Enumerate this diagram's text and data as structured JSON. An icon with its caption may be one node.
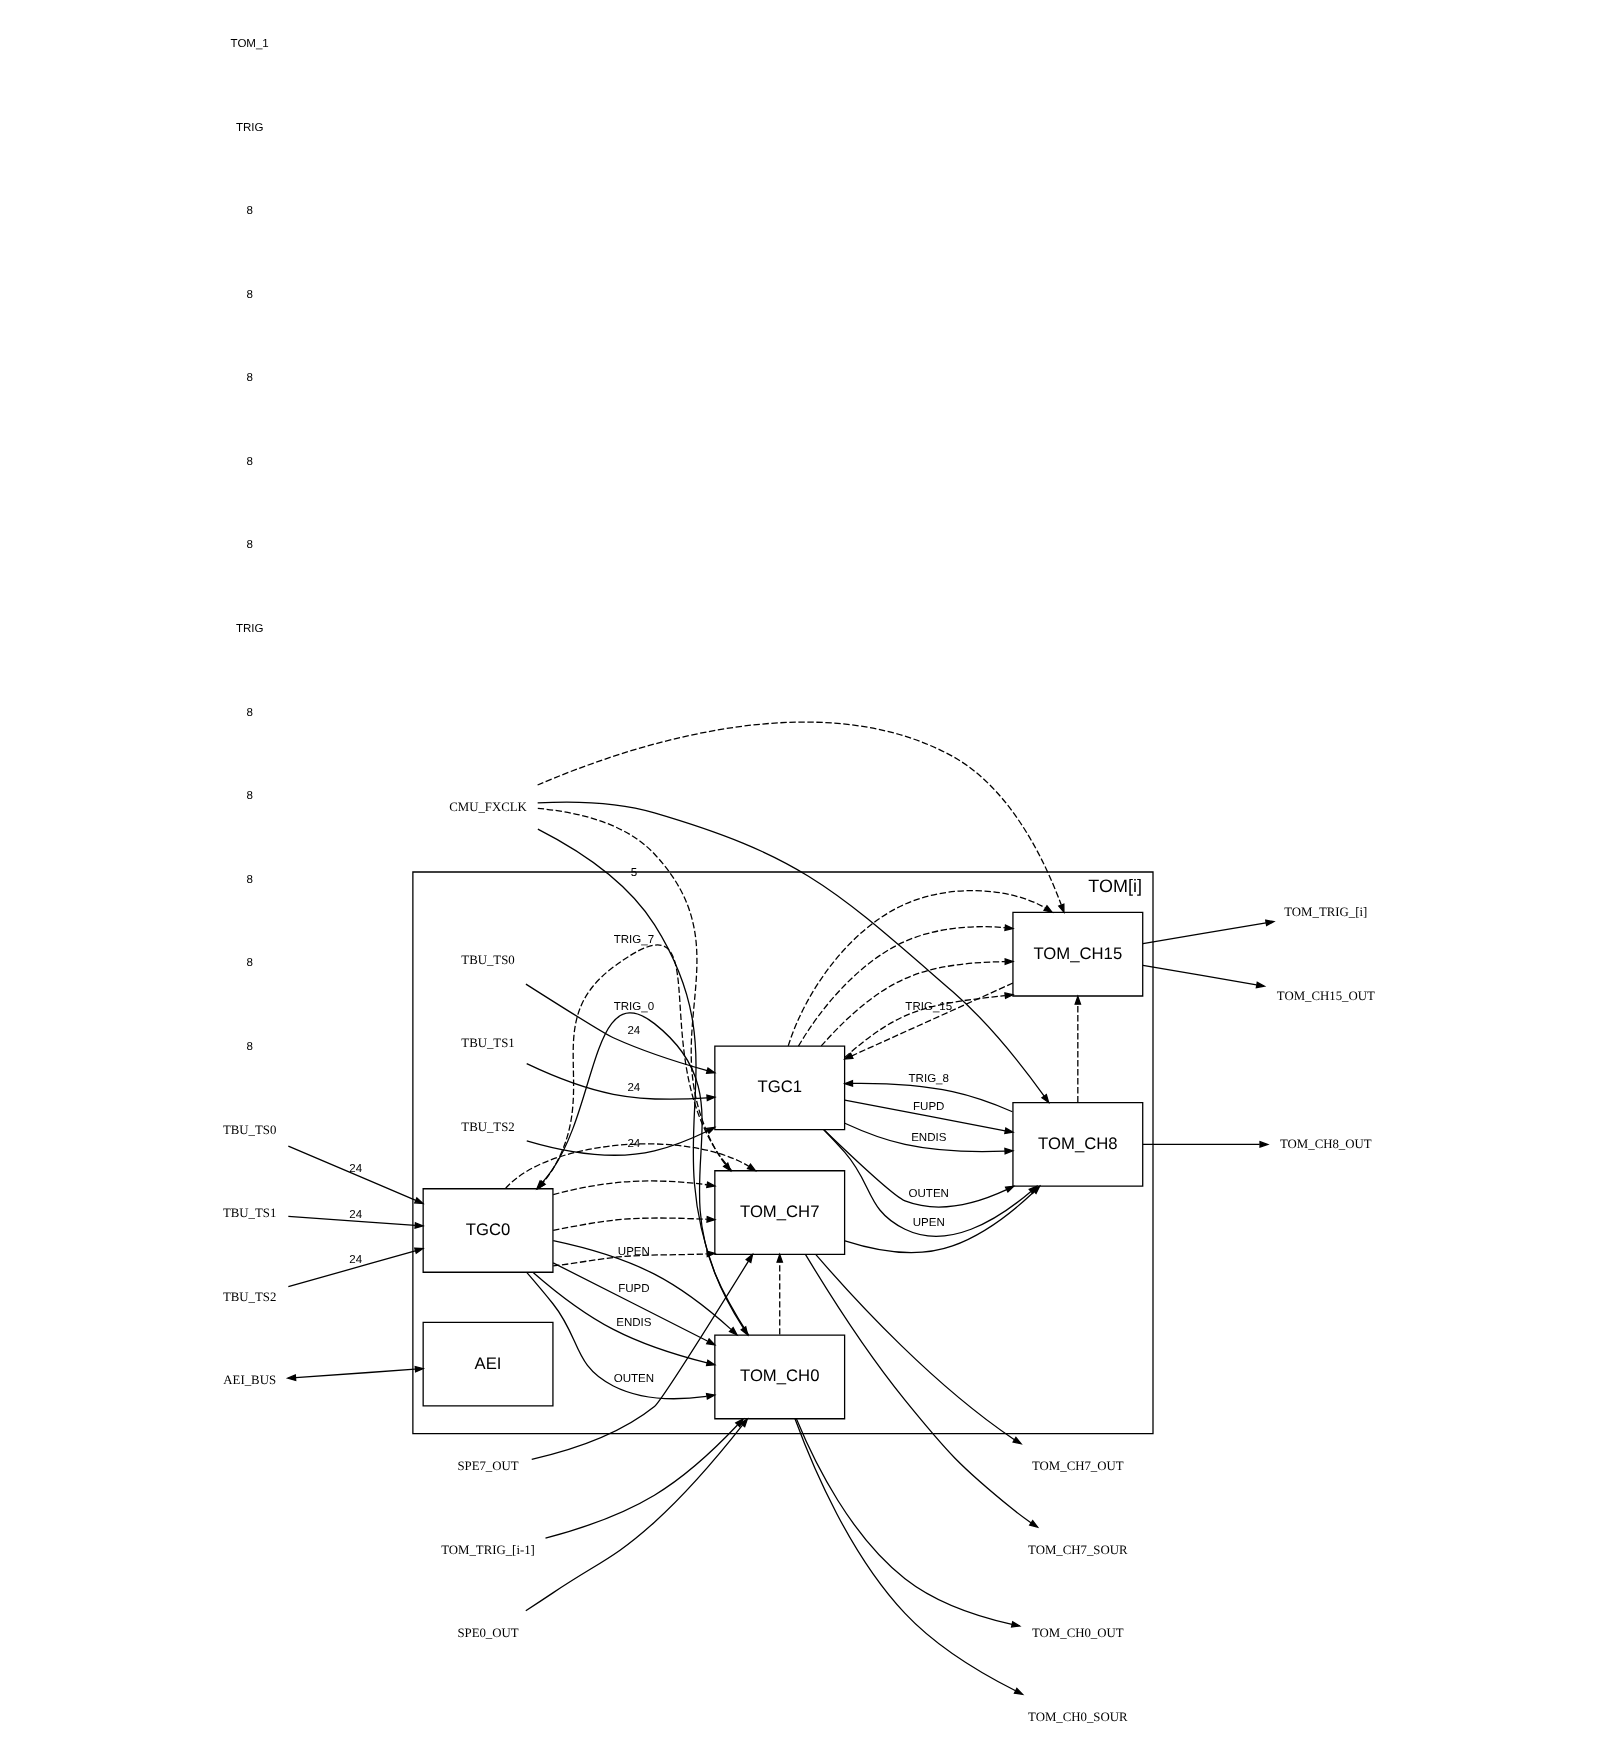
{
  "diagram": {
    "nodes": [
      {
        "text": [
          "TOM[i]"
        ]
      },
      {
        "text": [
          "TBU_TS0"
        ]
      },
      {
        "text": [
          "TBU_TS1"
        ]
      },
      {
        "text": [
          "TBU_TS2"
        ]
      },
      {
        "text": [
          "TOM_TRIG_[i-1]"
        ]
      },
      {
        "text": [
          "CMU_FXCLK"
        ]
      },
      {
        "text": [
          "TGC0"
        ],
        "in": 0
      },
      {
        "text": [
          "TOM_CH0"
        ],
        "in": 0
      },
      {
        "text": [
          "TOM_CH7"
        ],
        "in": 0
      },
      {
        "text": [
          "TBU_TS0"
        ],
        "in": 0
      },
      {
        "text": [
          "TBU_TS1"
        ],
        "in": 0
      },
      {
        "text": [
          "TBU_TS2"
        ],
        "in": 0
      },
      {
        "text": [
          "TGC1"
        ],
        "in": 0
      },
      {
        "text": [
          "TOM_CH8"
        ],
        "in": 0
      },
      {
        "text": [
          "TOM_CH15"
        ],
        "in": 0
      },
      {
        "text": [
          "AEI"
        ],
        "in": 0
      },
      {
        "text": [
          "TOM_CH0_OUT"
        ]
      },
      {
        "text": [
          "TOM_CH0_SOUR"
        ]
      },
      {
        "text": [
          "SPE0_OUT"
        ]
      },
      {
        "text": [
          "TOM_CH7_OUT"
        ]
      },
      {
        "text": [
          "TOM_CH7_SOUR"
        ]
      },
      {
        "text": [
          "SPE7_OUT"
        ]
      },
      {
        "text": [
          "TOM_CH8_OUT"
        ]
      },
      {
        "text": [
          "TOM_CH15_OUT"
        ]
      },
      {
        "text": [
          "AEI_BUS"
        ]
      },
      {
        "text": [
          "TOM_TRIG_[i]"
        ]
      }
    ],
    "edges": [
      {
        "from": 1,
        "to": 6,
        "arrow": "to",
        "label": "24"
      },
      {
        "from": 2,
        "to": 6,
        "arrow": "to",
        "label": "24"
      },
      {
        "from": 3,
        "to": 6,
        "arrow": "to",
        "label": "24"
      },
      {
        "from": 9,
        "to": 12,
        "arrow": "to",
        "label": "24"
      },
      {
        "from": 10,
        "to": 12,
        "arrow": "to",
        "label": "24"
      },
      {
        "from": 11,
        "to": 12,
        "arrow": "to",
        "label": "24"
      },
      {
        "from": 4,
        "to": 7,
        "arrow": "to"
      },
      {
        "from": 5,
        "to": 7,
        "arrow": "to",
        "label": "5"
      },
      {
        "from": 5,
        "to": 8,
        "arrow": "to",
        "style": "dashed"
      },
      {
        "from": 5,
        "to": 13,
        "arrow": "to"
      },
      {
        "from": 5,
        "to": 14,
        "arrow": "to",
        "style": "dashed"
      },
      {
        "from": 6,
        "to": 7,
        "arrow": "to",
        "label": "OUTEN"
      },
      {
        "from": 6,
        "to": 7,
        "arrow": "to",
        "label": "ENDIS"
      },
      {
        "from": 6,
        "to": 7,
        "arrow": "to",
        "label": "FUPD"
      },
      {
        "from": 6,
        "to": 7,
        "arrow": "to",
        "label": "UPEN"
      },
      {
        "from": 6,
        "to": 8,
        "arrow": "to",
        "style": "dashed"
      },
      {
        "from": 6,
        "to": 8,
        "arrow": "to",
        "style": "dashed"
      },
      {
        "from": 6,
        "to": 8,
        "arrow": "to",
        "style": "dashed"
      },
      {
        "from": 6,
        "to": 8,
        "arrow": "to",
        "style": "dashed"
      },
      {
        "from": 7,
        "to": 6,
        "arrow": "to",
        "label": "TRIG_0"
      },
      {
        "from": 8,
        "to": 6,
        "arrow": "to",
        "label": "TRIG_7",
        "style": "dashed"
      },
      {
        "from": 7,
        "to": 8,
        "arrow": "to",
        "style": "dashed"
      },
      {
        "from": 8,
        "to": 13,
        "arrow": "to"
      },
      {
        "from": 12,
        "to": 13,
        "arrow": "to",
        "label": "OUTEN"
      },
      {
        "from": 12,
        "to": 13,
        "arrow": "to",
        "label": "ENDIS"
      },
      {
        "from": 12,
        "to": 13,
        "arrow": "to",
        "label": "FUPD"
      },
      {
        "from": 12,
        "to": 13,
        "arrow": "to",
        "label": "UPEN"
      },
      {
        "from": 12,
        "to": 14,
        "arrow": "to",
        "style": "dashed"
      },
      {
        "from": 12,
        "to": 14,
        "arrow": "to",
        "style": "dashed"
      },
      {
        "from": 12,
        "to": 14,
        "arrow": "to",
        "style": "dashed"
      },
      {
        "from": 12,
        "to": 14,
        "arrow": "to",
        "style": "dashed"
      },
      {
        "from": 13,
        "to": 12,
        "arrow": "to",
        "label": "TRIG_8"
      },
      {
        "from": 14,
        "to": 12,
        "arrow": "to",
        "label": "TRIG_15",
        "style": "dashed"
      },
      {
        "from": 13,
        "to": 14,
        "arrow": "to",
        "style": "dashed"
      },
      {
        "from": 14,
        "to": 25,
        "arrow": "to"
      },
      {
        "from": 7,
        "to": 16,
        "arrow": "to"
      },
      {
        "from": 7,
        "to": 17,
        "arrow": "to"
      },
      {
        "from": 18,
        "to": 7,
        "arrow": "to"
      },
      {
        "from": 8,
        "to": 19,
        "arrow": "to"
      },
      {
        "from": 8,
        "to": 20,
        "arrow": "to"
      },
      {
        "from": 21,
        "to": 8,
        "arrow": "to"
      },
      {
        "from": 13,
        "to": 22,
        "arrow": "to"
      },
      {
        "from": 14,
        "to": 23,
        "arrow": "to"
      },
      {
        "from": 24,
        "to": 15,
        "arrow": "both"
      }
    ],
    "labels": [
      "8",
      "8",
      "8",
      "8",
      "8",
      "TRIG",
      "8",
      "8",
      "8",
      "8",
      "8",
      "TRIG",
      "TOM_1"
    ]
  }
}
